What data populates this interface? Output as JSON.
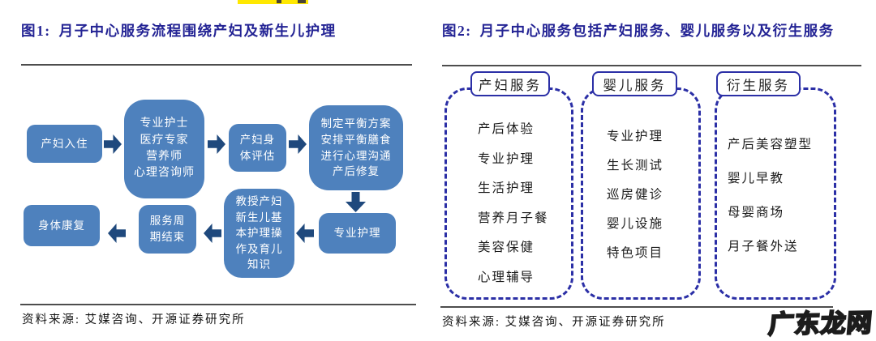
{
  "fig1": {
    "label": "图1:",
    "title": "月子中心服务流程围绕产妇及新生儿护理",
    "source": "资料来源: 艾媒咨询、开源证券研究所",
    "flow_boxes": [
      {
        "label": "产妇入住"
      },
      {
        "label": "专业护士\n医疗专家\n营养师\n心理咨询师"
      },
      {
        "label": "产妇身\n体评估"
      },
      {
        "label": "制定平衡方案\n安排平衡膳食\n进行心理沟通\n产后修复"
      },
      {
        "label": "专业护理"
      },
      {
        "label": "教授产妇\n新生儿基\n本护理操\n作及育儿\n知识"
      },
      {
        "label": "服务周\n期结束"
      },
      {
        "label": "身体康复"
      }
    ]
  },
  "fig2": {
    "label": "图2:",
    "title": "月子中心服务包括产妇服务、婴儿服务以及衍生服务",
    "source": "资料来源: 艾媒咨询、开源证券研究所",
    "columns": [
      {
        "header": "产妇服务",
        "items": [
          "产后体验",
          "专业护理",
          "生活护理",
          "营养月子餐",
          "美容保健",
          "心理辅导"
        ]
      },
      {
        "header": "婴儿服务",
        "items": [
          "专业护理",
          "生长测试",
          "巡房健诊",
          "婴儿设施",
          "特色项目"
        ]
      },
      {
        "header": "衍生服务",
        "items": [
          "产后美容塑型",
          "婴儿早教",
          "母婴商场",
          "月子餐外送"
        ]
      }
    ]
  },
  "watermark": "广东龙网",
  "colors": {
    "title_navy": "#232394",
    "box_fill": "#4e81bd",
    "arrow_navy": "#1f497d",
    "dashed_border_navy": "#2b2fa6",
    "rule_gray": "#4d4d4d",
    "highlight_yellow": "#ffe800"
  }
}
